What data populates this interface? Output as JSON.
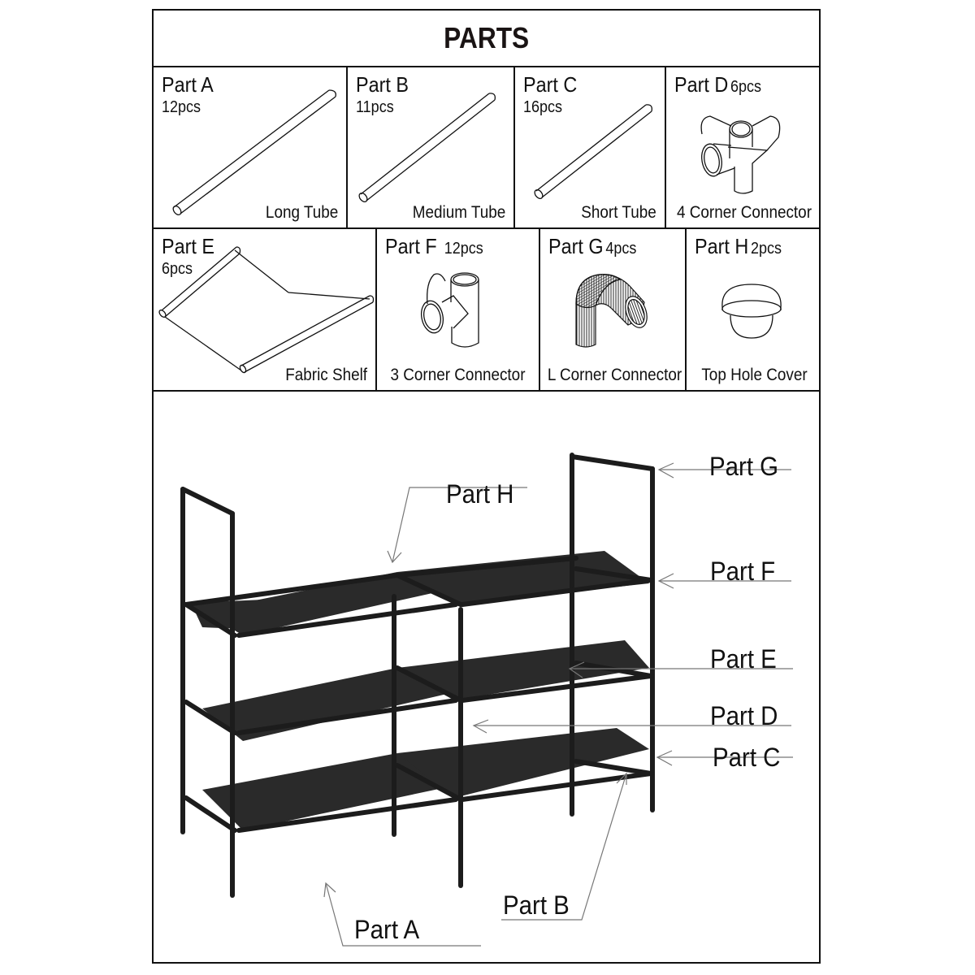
{
  "header": {
    "title": "PARTS"
  },
  "parts": [
    {
      "id": "A",
      "name": "Part A",
      "qty": "12pcs",
      "desc": "Long Tube",
      "icon": "long-tube-icon"
    },
    {
      "id": "B",
      "name": "Part B",
      "qty": "11pcs",
      "desc": "Medium Tube",
      "icon": "medium-tube-icon"
    },
    {
      "id": "C",
      "name": "Part C",
      "qty": "16pcs",
      "desc": "Short Tube",
      "icon": "short-tube-icon"
    },
    {
      "id": "D",
      "name": "Part D",
      "qty": "6pcs",
      "desc": "4 Corner Connector",
      "icon": "four-corner-connector-icon"
    },
    {
      "id": "E",
      "name": "Part E",
      "qty": "6pcs",
      "desc": "Fabric Shelf",
      "icon": "fabric-shelf-icon"
    },
    {
      "id": "F",
      "name": "Part F",
      "qty": "12pcs",
      "desc": "3 Corner Connector",
      "icon": "three-corner-connector-icon"
    },
    {
      "id": "G",
      "name": "Part G",
      "qty": "4pcs",
      "desc": "L Corner Connector",
      "icon": "l-corner-connector-icon"
    },
    {
      "id": "H",
      "name": "Part H",
      "qty": "2pcs",
      "desc": "Top Hole Cover",
      "icon": "top-hole-cover-icon"
    }
  ],
  "assembly": {
    "illustration": "three-tier-shoe-rack",
    "callouts": [
      {
        "label": "Part G"
      },
      {
        "label": "Part H"
      },
      {
        "label": "Part F"
      },
      {
        "label": "Part E"
      },
      {
        "label": "Part D"
      },
      {
        "label": "Part C"
      },
      {
        "label": "Part B"
      },
      {
        "label": "Part A"
      }
    ]
  },
  "colors": {
    "line": "#111111",
    "rack": "#1c1c1c",
    "leader": "#777777"
  }
}
